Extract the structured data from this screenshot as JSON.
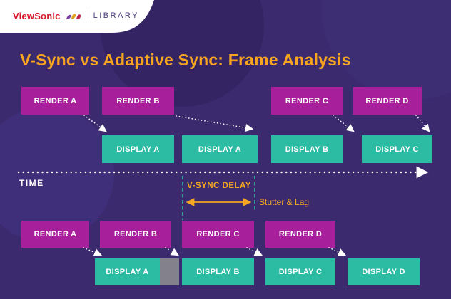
{
  "brand": {
    "logo": "ViewSonic",
    "library": "LIBRARY",
    "birds_icon": "viewsonic-birds-icon"
  },
  "title": "V-Sync vs Adaptive Sync: Frame Analysis",
  "time_axis_label": "TIME",
  "annotations": {
    "vsync_delay": "V-SYNC DELAY",
    "stutter_lag": "Stutter & Lag"
  },
  "vsync_row": {
    "renders": [
      "RENDER A",
      "RENDER B",
      "RENDER C",
      "RENDER D"
    ],
    "displays": [
      "DISPLAY A",
      "DISPLAY A",
      "DISPLAY B",
      "DISPLAY C"
    ]
  },
  "adaptive_row": {
    "renders": [
      "RENDER A",
      "RENDER B",
      "RENDER C",
      "RENDER D"
    ],
    "displays": [
      "DISPLAY A",
      "DISPLAY B",
      "DISPLAY C",
      "DISPLAY D"
    ]
  },
  "colors": {
    "background": "#3b2b6e",
    "render_box": "#a81f9c",
    "display_box": "#2cbca4",
    "accent_orange": "#f5a623",
    "dropped_frame_gray": "#83818c",
    "logo_red": "#d7182a"
  }
}
